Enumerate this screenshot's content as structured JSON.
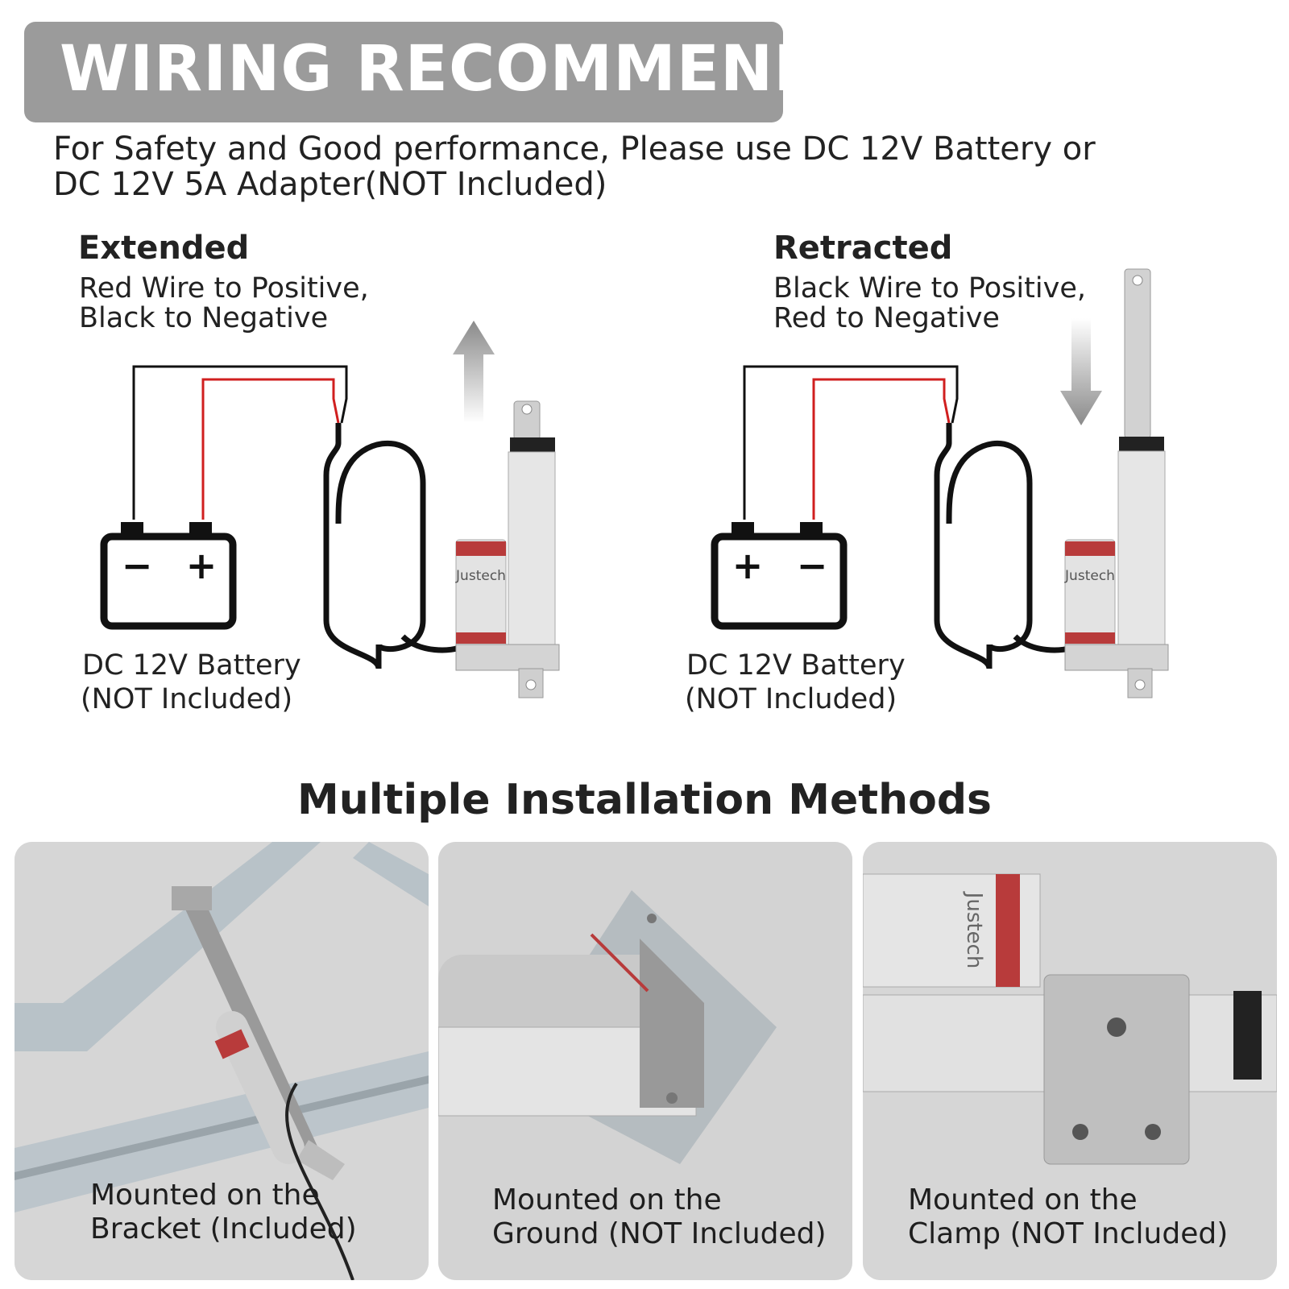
{
  "header": {
    "title": "WIRING RECOMMEND",
    "note_line1": "For Safety and Good performance, Please use DC 12V Battery or",
    "note_line2": "DC 12V 5A Adapter(NOT Included)"
  },
  "extended": {
    "title": "Extended",
    "desc_line1": "Red Wire to Positive,",
    "desc_line2": "Black to Negative",
    "battery_line1": "DC 12V Battery",
    "battery_line2": "(NOT Included)",
    "battery_left_sign": "−",
    "battery_right_sign": "+",
    "brand": "Justech"
  },
  "retracted": {
    "title": "Retracted",
    "desc_line1": "Black Wire to Positive,",
    "desc_line2": "Red to Negative",
    "battery_line1": "DC 12V Battery",
    "battery_line2": "(NOT Included)",
    "battery_left_sign": "+",
    "battery_right_sign": "−",
    "brand": "Justech"
  },
  "installation": {
    "title": "Multiple Installation Methods",
    "methods": [
      {
        "line1": "Mounted on the",
        "line2": "Bracket (Included)"
      },
      {
        "line1": "Mounted on the",
        "line2": "Ground (NOT Included)"
      },
      {
        "line1": "Mounted on the",
        "line2": "Clamp (NOT Included)"
      }
    ],
    "clamp_brand": "Justech"
  },
  "colors": {
    "banner": "#9b9b9b",
    "red_wire": "#d01f1f",
    "black_wire": "#111111",
    "card_bg": "#d8d8d8"
  },
  "icons": [
    "battery-icon",
    "arrow-up-icon",
    "arrow-down-icon",
    "linear-actuator-image"
  ]
}
